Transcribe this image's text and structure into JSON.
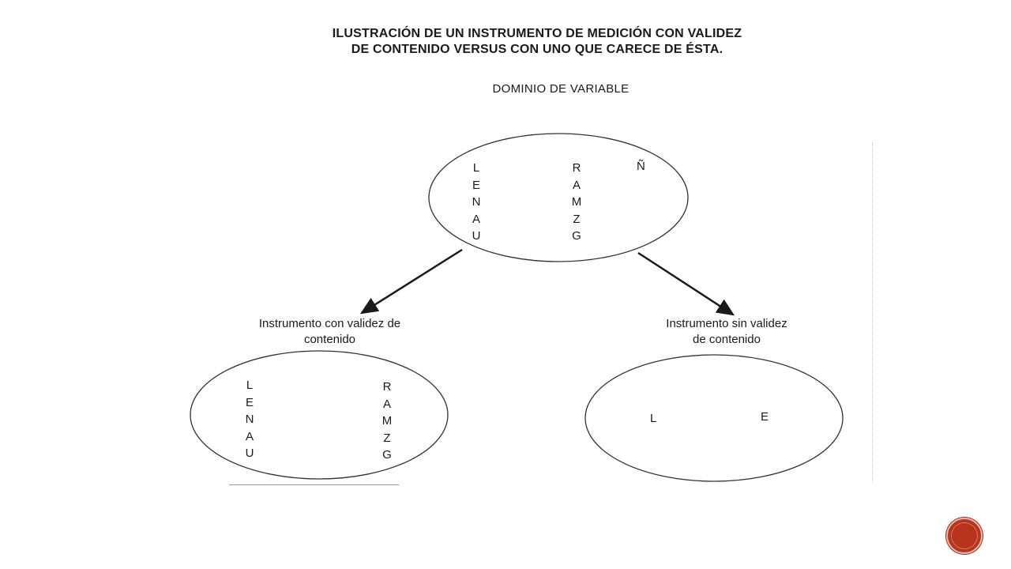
{
  "title": {
    "line1": "ILUSTRACIÓN DE UN INSTRUMENTO DE MEDICIÓN CON VALIDEZ",
    "line2": "DE CONTENIDO VERSUS CON UNO QUE CARECE DE ÉSTA."
  },
  "top": {
    "heading": "DOMINIO DE VARIABLE",
    "col1": [
      "L",
      "E",
      "N",
      "A",
      "U"
    ],
    "col2": [
      "R",
      "A",
      "M",
      "Z",
      "G"
    ],
    "extra": "Ñ"
  },
  "left": {
    "label_line1": "Instrumento con validez de",
    "label_line2": "contenido",
    "col1": [
      "L",
      "E",
      "N",
      "A",
      "U"
    ],
    "col2": [
      "R",
      "A",
      "M",
      "Z",
      "G"
    ]
  },
  "right": {
    "label_line1": "Instrumento sin validez",
    "label_line2": "de contenido",
    "items": [
      "L",
      "E"
    ]
  },
  "colors": {
    "nav_button": "#b8341c",
    "ink": "#1a1a1a"
  }
}
